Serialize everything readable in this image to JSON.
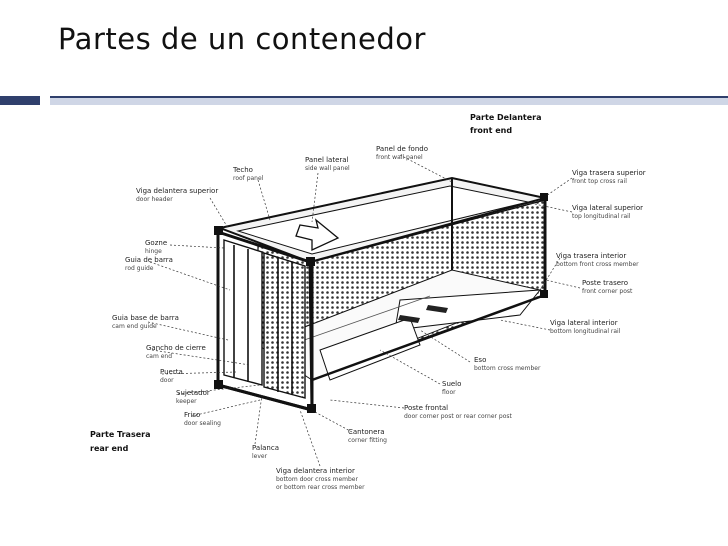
{
  "slide": {
    "title": "Partes de un contenedor"
  },
  "labels": {
    "front_end_es": "Parte Delantera",
    "front_end_en": "front end",
    "rear_end_es": "Parte Trasera",
    "rear_end_en": "rear end",
    "front_wall_es": "Panel de fondo",
    "front_wall_en": "front wall panel",
    "side_wall_es": "Panel lateral",
    "side_wall_en": "side wall panel",
    "roof_es": "Techo",
    "roof_en": "roof panel",
    "door_header_es": "Viga delantera superior",
    "door_header_en": "door header",
    "front_top_cross_es": "Viga trasera superior",
    "front_top_cross_en": "front top cross rail",
    "top_side_rail_es": "Viga lateral superior",
    "top_side_rail_en": "top longitudinal rail",
    "hinge_es": "Gozne",
    "hinge_en": "hinge",
    "bottom_front_cross_es": "Viga trasera interior",
    "bottom_front_cross_en": "bottom front cross member",
    "front_corner_post_es": "Poste trasero",
    "front_corner_post_en": "front corner post",
    "rod_guide_es": "Guia de barra",
    "rod_guide_en": "rod guide",
    "cam_guide_es": "Guia base de barra",
    "cam_guide_en": "cam end guide",
    "bottom_side_rail_es": "Viga lateral interior",
    "bottom_side_rail_en": "bottom longitudinal rail",
    "cam_end_es": "Gancho de cierre",
    "cam_end_en": "cam end",
    "bottom_cross_es": "Eso",
    "bottom_cross_en": "bottom cross member",
    "door_es": "Puerta",
    "door_en": "door",
    "keeper_es": "Sujetador",
    "keeper_en": "keeper",
    "floor_es": "Suelo",
    "floor_en": "floor",
    "door_seal_es": "Friso",
    "door_seal_en": "door sealing",
    "rear_post_es": "Poste frontal",
    "rear_post_en": "door corner post or rear corner post",
    "corner_fitting_es": "Cantonera",
    "corner_fitting_en": "corner fitting",
    "lever_es": "Palanca",
    "lever_en": "lever",
    "door_sill_es": "Viga delantera interior",
    "door_sill_en": "bottom door cross member",
    "door_sill_en2": "or bottom rear cross member"
  }
}
